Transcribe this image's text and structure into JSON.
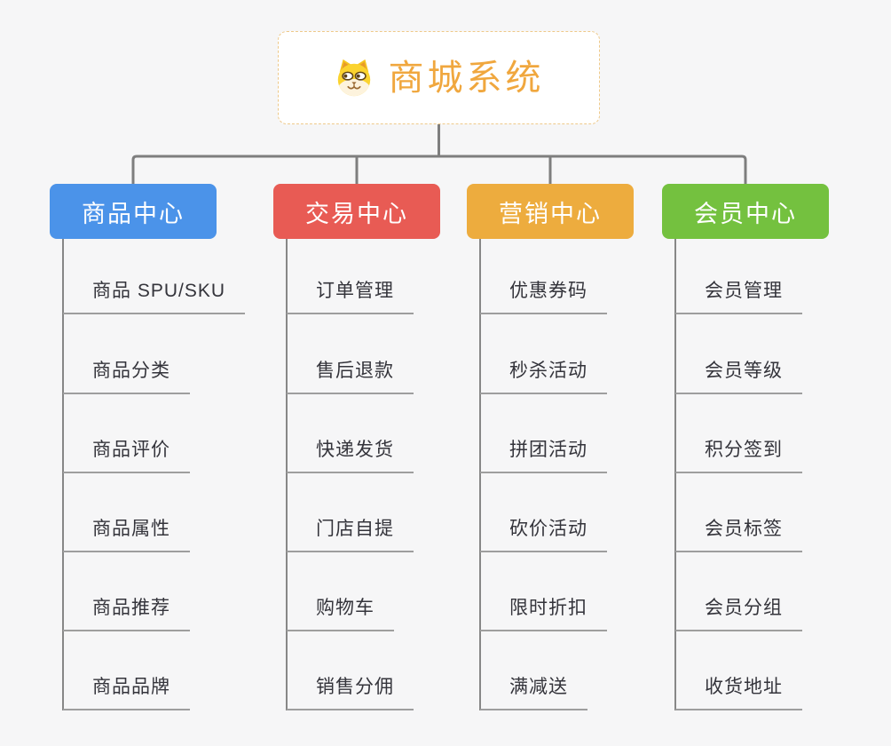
{
  "root": {
    "title": "商城系统",
    "icon": "dog-face-icon",
    "title_color": "#f0a73e",
    "border_color": "#eec98a"
  },
  "colors": {
    "background": "#f6f6f7",
    "tree_connector": "#7e7e7e",
    "column_connector": "#878787",
    "leaf_underline": "#9e9e9e",
    "leaf_text": "#34343b"
  },
  "branches": [
    {
      "label": "商品中心",
      "color": "#4b93e9",
      "children": [
        "商品 SPU/SKU",
        "商品分类",
        "商品评价",
        "商品属性",
        "商品推荐",
        "商品品牌"
      ]
    },
    {
      "label": "交易中心",
      "color": "#e85b54",
      "children": [
        "订单管理",
        "售后退款",
        "快递发货",
        "门店自提",
        "购物车",
        "销售分佣"
      ]
    },
    {
      "label": "营销中心",
      "color": "#edac3e",
      "children": [
        "优惠券码",
        "秒杀活动",
        "拼团活动",
        "砍价活动",
        "限时折扣",
        "满减送"
      ]
    },
    {
      "label": "会员中心",
      "color": "#74c13f",
      "children": [
        "会员管理",
        "会员等级",
        "积分签到",
        "会员标签",
        "会员分组",
        "收货地址"
      ]
    }
  ]
}
